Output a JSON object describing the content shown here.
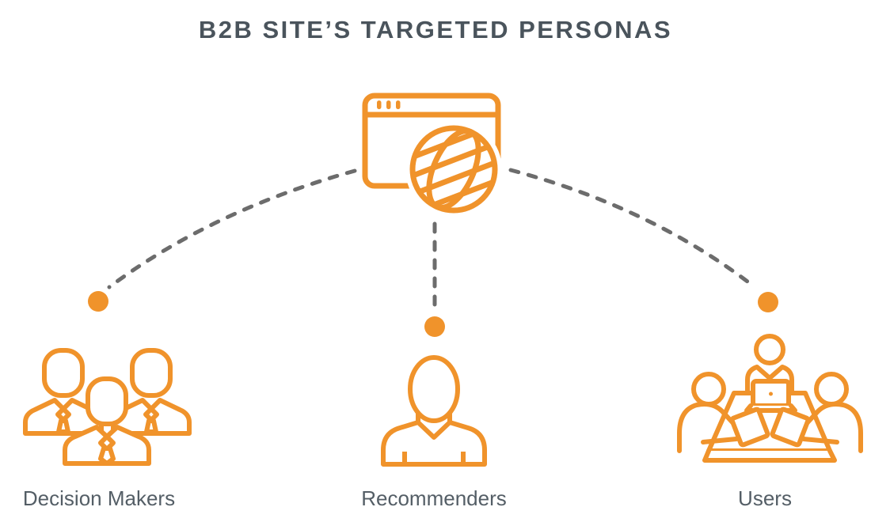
{
  "title": "B2B SITE’S TARGETED PERSONAS",
  "colors": {
    "accent_orange": "#F0932B",
    "title_slate": "#4A545C",
    "label_gray": "#545E66",
    "connector_gray": "#6C6C6C",
    "background": "#FFFFFF"
  },
  "center_icon": {
    "name": "website-browser-globe-icon"
  },
  "personas": [
    {
      "id": "decision-makers",
      "label": "Decision Makers",
      "icon": "business-team-icon"
    },
    {
      "id": "recommenders",
      "label": "Recommenders",
      "icon": "person-bust-icon"
    },
    {
      "id": "users",
      "label": "Users",
      "icon": "team-around-table-icon"
    }
  ]
}
